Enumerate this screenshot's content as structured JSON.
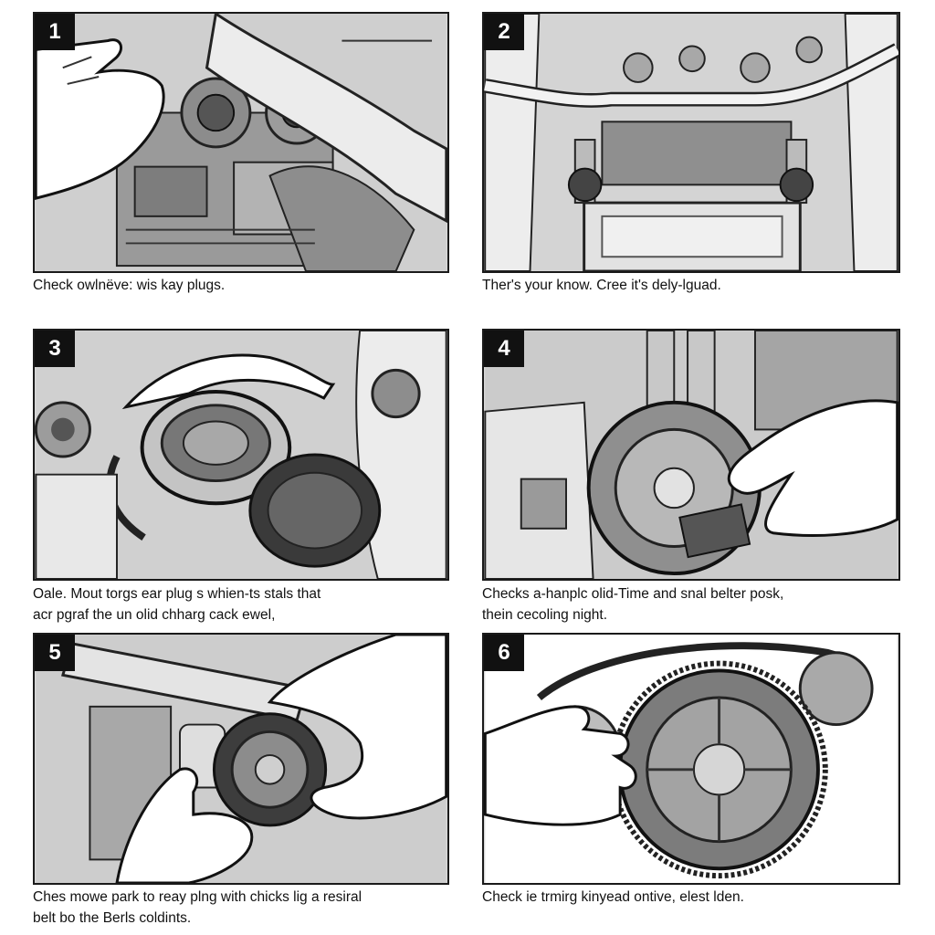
{
  "steps": [
    {
      "number": "1",
      "caption_lines": [
        "Check owlnëve: wis kay plugs."
      ]
    },
    {
      "number": "2",
      "caption_lines": [
        "Ther's your know. Cree it's dely-lguad."
      ]
    },
    {
      "number": "3",
      "caption_lines": [
        "Oale. Mout torgs ear plug s whien-ts stals that",
        "acr pgraf the un olid chharg cack ewel,"
      ]
    },
    {
      "number": "4",
      "caption_lines": [
        "Checks a-hanplc olid-Time and snal belter posk,",
        "thein cecoling night."
      ]
    },
    {
      "number": "5",
      "caption_lines": [
        "Ches mowe park to reay plng with chicks lig a resiral",
        "belt bo the Berls coldints."
      ]
    },
    {
      "number": "6",
      "caption_lines": [
        "Check ie trmirg kinyead ontive, elest lden."
      ]
    }
  ]
}
